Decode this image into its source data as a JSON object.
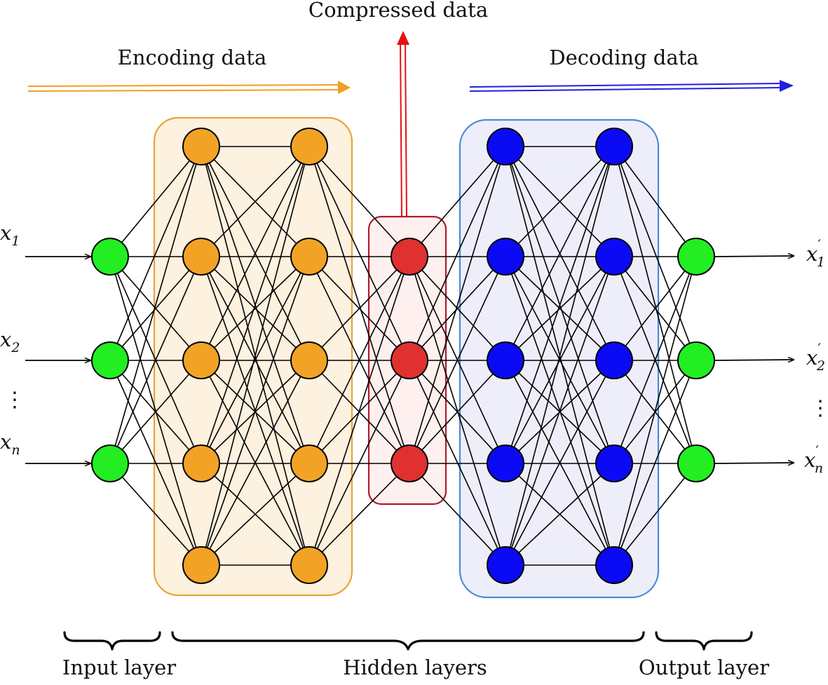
{
  "diagram": {
    "title_compressed": "Compressed data",
    "encoding_label": "Encoding data",
    "decoding_label": "Decoding data",
    "input_layer_label": "Input layer",
    "hidden_layers_label": "Hidden layers",
    "output_layer_label": "Output layer",
    "inputs": [
      {
        "base": "x",
        "sub": "1"
      },
      {
        "base": "x",
        "sub": "2"
      },
      {
        "base": "x",
        "sub": "n"
      }
    ],
    "outputs": [
      {
        "base": "x",
        "prime": "′",
        "sub": "1"
      },
      {
        "base": "x",
        "prime": "′",
        "sub": "2"
      },
      {
        "base": "x",
        "prime": "′",
        "sub": "n"
      }
    ],
    "ellipsis": "⋮",
    "colors": {
      "input_node": "#22ee22",
      "encoder_node": "#f2a326",
      "bottleneck_node": "#e03030",
      "decoder_node": "#0a0af5",
      "output_node": "#22ee22",
      "encoder_box_fill": "#fdf1df",
      "encoder_box_stroke": "#e8a53a",
      "bottleneck_box_fill": "#fdf0ee",
      "bottleneck_box_stroke": "#b01a2e",
      "decoder_box_fill": "#eeeefa",
      "decoder_box_stroke": "#4a8ad8",
      "encoding_arrow": "#f0a020",
      "decoding_arrow": "#2020e0",
      "compressed_arrow": "#e81010"
    },
    "layer_node_counts": [
      3,
      5,
      5,
      3,
      5,
      5,
      3
    ]
  }
}
